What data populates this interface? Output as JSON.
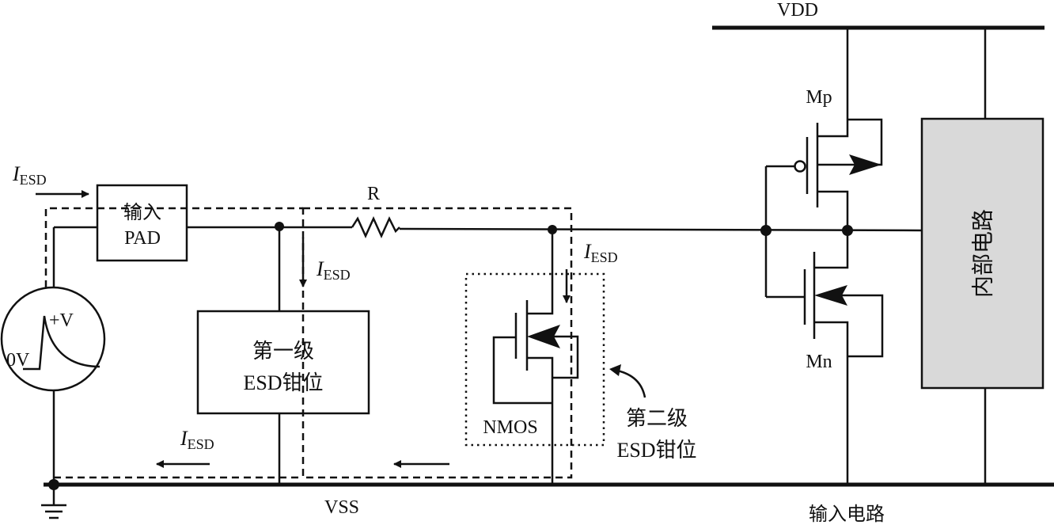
{
  "rails": {
    "vdd": "VDD",
    "vss": "VSS"
  },
  "current_label": {
    "italic": "I",
    "sub": "ESD"
  },
  "source": {
    "high": "+V",
    "low": "0V"
  },
  "pad": {
    "line1": "输入",
    "line2": "PAD"
  },
  "resistor": "R",
  "stage1": {
    "line1": "第一级",
    "line2": "ESD钳位"
  },
  "stage2": {
    "device": "NMOS",
    "line1": "第二级",
    "line2": "ESD钳位"
  },
  "inverter": {
    "pmos": "Mp",
    "nmos": "Mn",
    "caption": "输入电路"
  },
  "internal": "内部电路",
  "colors": {
    "internal_fill": "#d9d9d9",
    "line": "#111111"
  }
}
